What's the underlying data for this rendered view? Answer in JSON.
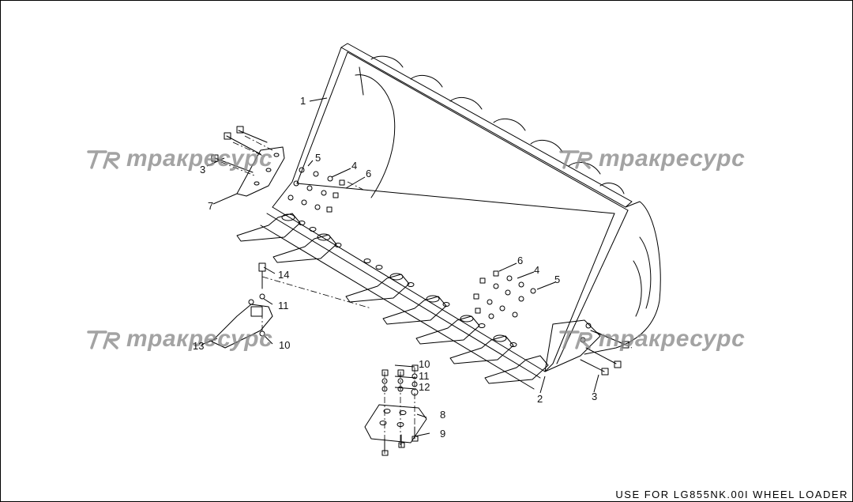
{
  "footer": "USE  FOR  LG855NK.00I WHEEL LOADER",
  "watermark": {
    "text": "тракресурс",
    "color": "#8a8a8a"
  },
  "callouts": {
    "c1": "1",
    "c2": "2",
    "c3a": "3",
    "c3b": "3",
    "c4a": "4",
    "c4b": "4",
    "c5a": "5",
    "c5b": "5",
    "c6a": "6",
    "c6b": "6",
    "c7": "7",
    "c8": "8",
    "c9": "9",
    "c10a": "10",
    "c10b": "10",
    "c11a": "11",
    "c11b": "11",
    "c12": "12",
    "c13": "13",
    "c14": "14"
  }
}
